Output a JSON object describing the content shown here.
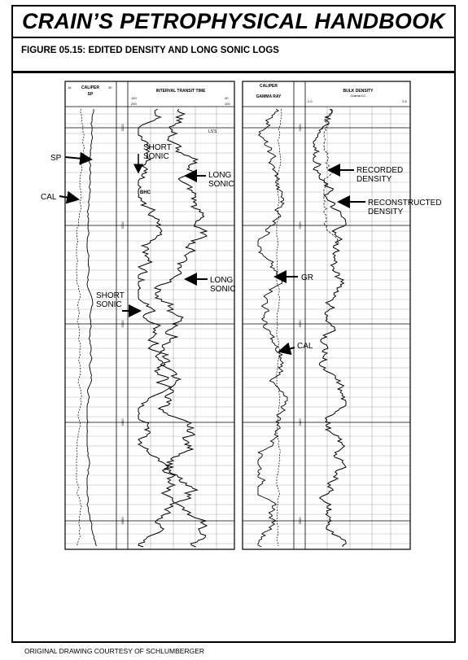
{
  "header": {
    "title": "CRAIN’S PETROPHYSICAL HANDBOOK",
    "figure_title": "FIGURE 05.15: EDITED DENSITY AND LONG SONIC LOGS"
  },
  "left_log": {
    "track1_header": "CALIPER",
    "track1_sub": "SP",
    "track1_scale_left": "16",
    "track1_scale_right": "30",
    "track2_header": "INTERVAL TRANSIT TIME",
    "track2_scale_a": "140",
    "track2_scale_b": "40",
    "track2_scale_c": "200",
    "track2_scale_d": "100"
  },
  "right_log": {
    "track1_header": "CALIPER",
    "track1_sub": "GAMMA RAY",
    "track2_header": "BULK DENSITY",
    "track2_sub": "Grams/CC",
    "track2_scale_left": "2.0",
    "track2_scale_right": "2.8"
  },
  "annotations": {
    "sp": "SP",
    "cal_left": "CAL",
    "short_sonic_top_1": "SHORT",
    "short_sonic_top_2": "SONIC",
    "long_sonic_top_1": "LONG",
    "long_sonic_top_2": "SONIC",
    "bhc": "BHC",
    "lss": "LS'S",
    "long_sonic_mid_1": "LONG",
    "long_sonic_mid_2": "SONIC",
    "short_sonic_mid_1": "SHORT",
    "short_sonic_mid_2": "SONIC",
    "recorded_1": "RECORDED",
    "recorded_2": "DENSITY",
    "reconstructed_1": "RECONSTRUCTED",
    "reconstructed_2": "DENSITY",
    "gr": "GR",
    "cal_right": "CAL"
  },
  "depth_ticks": [
    "3100",
    "3200",
    "3300",
    "3400",
    "3500"
  ],
  "footer": "ORIGINAL DRAWING COURTESY OF SCHLUMBERGER"
}
